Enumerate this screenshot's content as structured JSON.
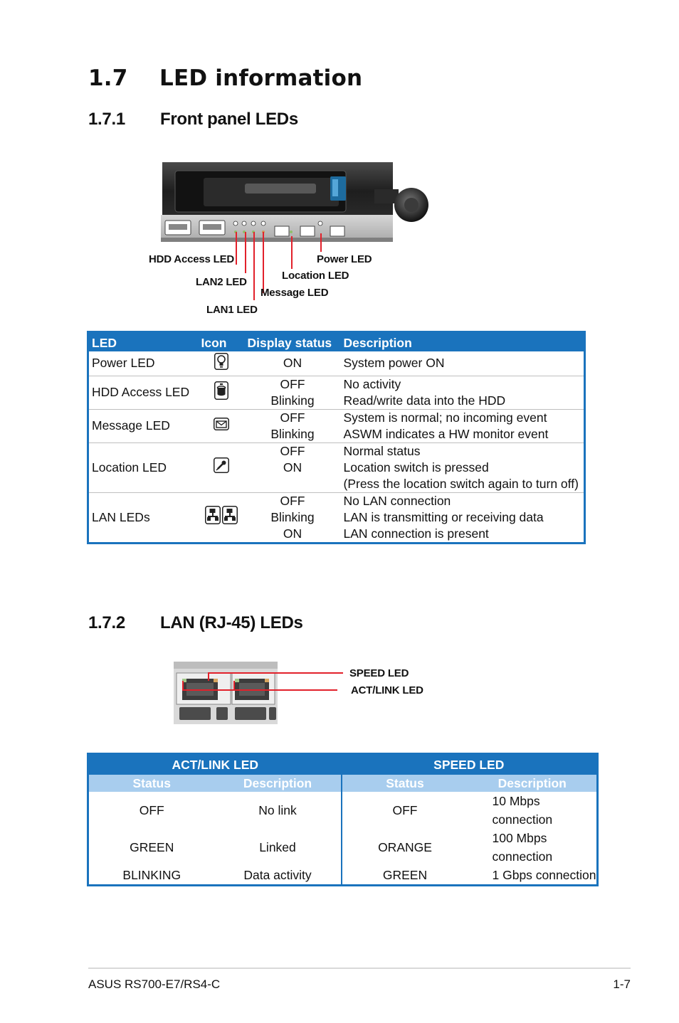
{
  "section": {
    "number": "1.7",
    "title": "LED information"
  },
  "front": {
    "number": "1.7.1",
    "title": "Front panel LEDs",
    "callouts": {
      "hdd": "HDD Access LED",
      "lan2": "LAN2 LED",
      "lan1": "LAN1 LED",
      "message": "Message LED",
      "location": "Location LED",
      "power": "Power LED"
    },
    "table": {
      "headers": {
        "led": "LED",
        "icon": "Icon",
        "status": "Display status",
        "desc": "Description"
      },
      "rows": [
        {
          "led": "Power LED",
          "icon": "lightbulb-icon",
          "status": [
            "ON"
          ],
          "desc": [
            "System power ON"
          ]
        },
        {
          "led": "HDD Access LED",
          "icon": "hdd-icon",
          "status": [
            "OFF",
            "Blinking"
          ],
          "desc": [
            "No activity",
            "Read/write data into the HDD"
          ]
        },
        {
          "led": "Message LED",
          "icon": "message-icon",
          "status": [
            "OFF",
            "Blinking"
          ],
          "desc": [
            "System is normal; no incoming event",
            "ASWM indicates a HW monitor event"
          ]
        },
        {
          "led": "Location LED",
          "icon": "location-icon",
          "status": [
            "OFF",
            "ON"
          ],
          "desc": [
            "Normal status",
            "Location switch is pressed",
            "(Press the location switch again to turn off)"
          ]
        },
        {
          "led": "LAN LEDs",
          "icon": "lan-icon",
          "status": [
            "OFF",
            "Blinking",
            "ON"
          ],
          "desc": [
            "No LAN connection",
            "LAN is transmitting or receiving data",
            "LAN connection is present"
          ]
        }
      ]
    }
  },
  "lan": {
    "number": "1.7.2",
    "title": "LAN (RJ-45) LEDs",
    "callouts": {
      "speed": "SPEED LED",
      "actlink": "ACT/LINK LED"
    },
    "table": {
      "groups": {
        "act": "ACT/LINK LED",
        "speed": "SPEED LED"
      },
      "sub": {
        "status": "Status",
        "desc": "Description"
      },
      "rows": [
        {
          "act_status": "OFF",
          "act_desc": "No link",
          "speed_status": "OFF",
          "speed_desc": "10 Mbps connection"
        },
        {
          "act_status": "GREEN",
          "act_desc": "Linked",
          "speed_status": "ORANGE",
          "speed_desc": "100 Mbps connection"
        },
        {
          "act_status": "BLINKING",
          "act_desc": "Data activity",
          "speed_status": "GREEN",
          "speed_desc": "1 Gbps connection"
        }
      ]
    }
  },
  "footer": {
    "left": "ASUS RS700-E7/RS4-C",
    "right": "1-7"
  },
  "colors": {
    "accent": "#1a73bd",
    "subheader": "#a8cdee",
    "callout_line": "#e2212b"
  }
}
